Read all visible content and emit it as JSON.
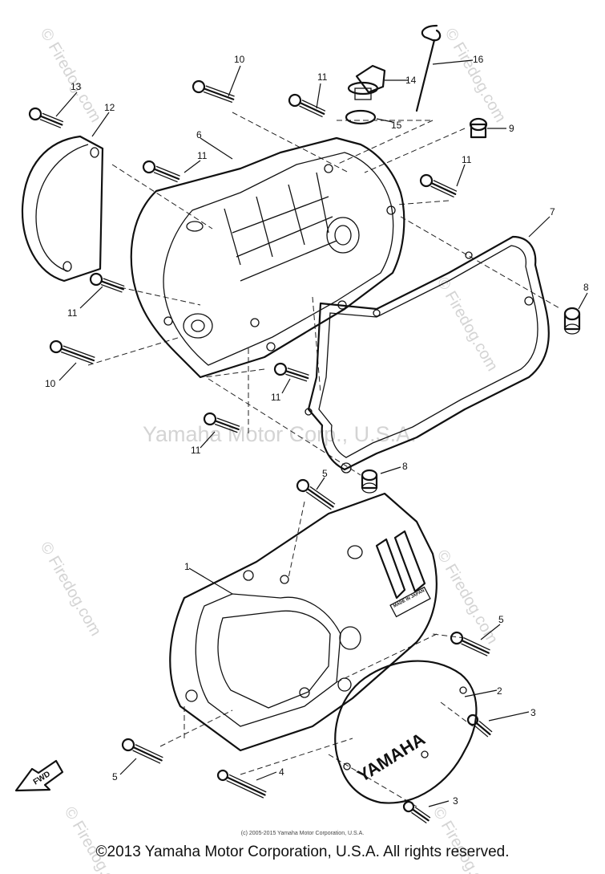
{
  "callouts": [
    {
      "n": "1"
    },
    {
      "n": "2"
    },
    {
      "n": "3"
    },
    {
      "n": "3"
    },
    {
      "n": "4"
    },
    {
      "n": "5"
    },
    {
      "n": "5"
    },
    {
      "n": "5"
    },
    {
      "n": "6"
    },
    {
      "n": "7"
    },
    {
      "n": "8"
    },
    {
      "n": "8"
    },
    {
      "n": "9"
    },
    {
      "n": "10"
    },
    {
      "n": "10"
    },
    {
      "n": "11"
    },
    {
      "n": "11"
    },
    {
      "n": "11"
    },
    {
      "n": "11"
    },
    {
      "n": "11"
    },
    {
      "n": "11"
    },
    {
      "n": "12"
    },
    {
      "n": "13"
    },
    {
      "n": "14"
    },
    {
      "n": "15"
    },
    {
      "n": "16"
    }
  ],
  "watermarks": {
    "firedog": "© Firedog.com",
    "yamaha": "Yamaha Motor Corp., U.S.A."
  },
  "part_markings": {
    "cover_logo": "YAMAHA",
    "made_in": "MADE IN JAPAN",
    "fwd": "FWD"
  },
  "small_credit": "(c) 2005-2015 Yamaha Motor Corporation, U.S.A.",
  "copyright": "©2013 Yamaha Motor Corporation, U.S.A. All rights reserved."
}
